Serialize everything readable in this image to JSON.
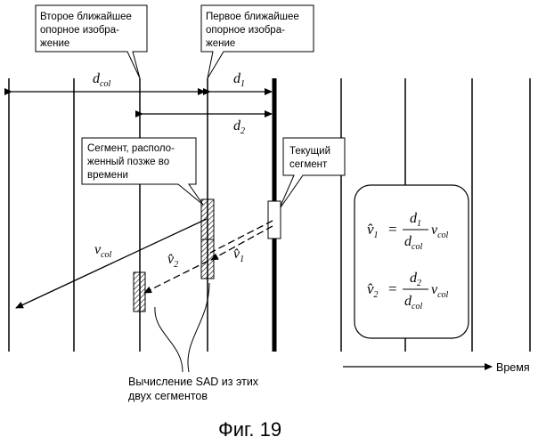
{
  "callouts": {
    "second_ref": [
      "Второе ближайшее",
      "опорное изобра-",
      "жение"
    ],
    "first_ref": [
      "Первое ближайшее",
      "опорное изобра-",
      "жение"
    ],
    "later_segment": [
      "Сегмент, располо-",
      "женный позже во",
      "времени"
    ],
    "current_segment": [
      "Текущий",
      "сегмент"
    ]
  },
  "distances": {
    "dcol": {
      "base": "d",
      "sub": "col"
    },
    "d1": {
      "base": "d",
      "sub": "1"
    },
    "d2": {
      "base": "d",
      "sub": "2"
    }
  },
  "vectors": {
    "vcol": {
      "base": "v",
      "sub": "col"
    },
    "v1hat": {
      "base": "v̂",
      "sub": "1"
    },
    "v2hat": {
      "base": "v̂",
      "sub": "2"
    }
  },
  "formulas": [
    {
      "lhs_base": "v̂",
      "lhs_sub": "1",
      "num_base": "d",
      "num_sub": "1",
      "den_base": "d",
      "den_sub": "col",
      "rhs_base": "v",
      "rhs_sub": "col"
    },
    {
      "lhs_base": "v̂",
      "lhs_sub": "2",
      "num_base": "d",
      "num_sub": "2",
      "den_base": "d",
      "den_sub": "col",
      "rhs_base": "v",
      "rhs_sub": "col"
    }
  ],
  "sad_note": [
    "Вычисление SAD из этих",
    "двух сегментов"
  ],
  "time_axis_label": "Время",
  "caption": "Фиг. 19"
}
